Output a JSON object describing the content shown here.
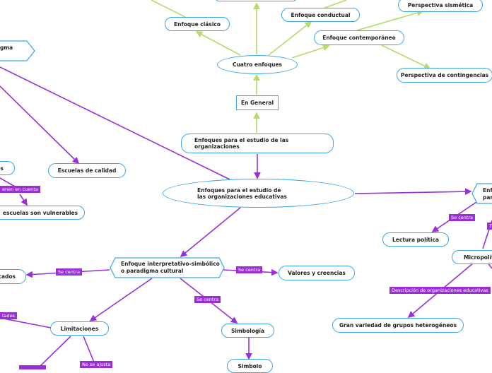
{
  "nodes": {
    "enfoque_clasico": "Enfoque clásico",
    "enfoque_conductual": "Enfoque conductual",
    "perspectiva_sismetica": "Perspectiva sismética",
    "enfoque_contemporaneo": "Enfoque contemporáneo",
    "perspectiva_contingencias": "Perspectiva de contingencias",
    "cuatro_enfoques": "Cuatro enfoques",
    "en_general": "En General",
    "enfoques_organizaciones": "Enfoques para el estudio de las organizaciones",
    "enfoques_educativas": "Enfoques para el estudio de las organizaciones educativas",
    "escuelas_calidad": "Escuelas de calidad",
    "escuelas_vulnerables": "escuelas son vulnerables",
    "interpretativo": "Enfoque interpretativo-simbólico o paradigma cultural",
    "valores_creencias": "Valores y creencias",
    "cados": "cados",
    "limitaciones": "Limitaciones",
    "simbologia": "Simbología",
    "simbolo": "Simbolo",
    "lectura_politica": "Lectura política",
    "micropolitica": "Micropolític",
    "grupos_heterogeneos": "Gran variedad de grupos heterogéneos",
    "paradigma_partial": "gma",
    "es_partial": "es",
    "enf_partial_1": "Enf",
    "enf_partial_2": "par"
  },
  "tags": {
    "se_centra_1": "Se centra",
    "se_centra_2": "Se centra",
    "se_centra_3": "Se centra",
    "se_centra_4": "Se centra",
    "tienen_en_cuenta": "enen en cuenta",
    "tades": "tades",
    "no_se_ajusta": "No se ajusta",
    "descripcion": "Descripción de organizaciones educativas",
    "t_partial": "T"
  },
  "colors": {
    "node_border": "#3da6e0",
    "green_link": "#b5db6a",
    "purple_link": "#9b2fd6"
  }
}
